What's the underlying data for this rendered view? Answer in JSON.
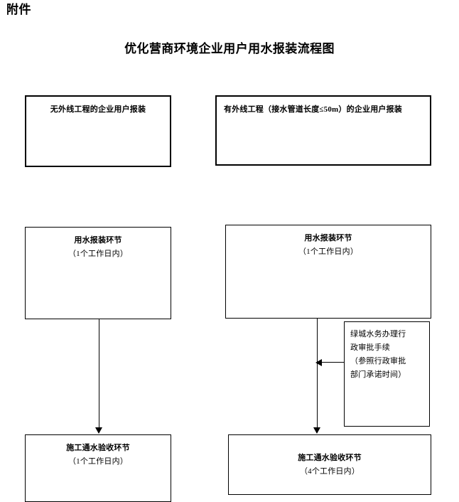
{
  "document": {
    "attachment_label": "附件",
    "title": "优化营商环境企业用户用水报装流程图"
  },
  "flow": {
    "left_column": {
      "start_box": {
        "text": "无外线工程的企业用户报装"
      },
      "step_box": {
        "title": "用水报装环节",
        "duration": "（1个工作日内）"
      },
      "end_box": {
        "title": "施工通水验收环节",
        "duration": "（1个工作日内）"
      }
    },
    "right_column": {
      "start_box": {
        "text": "有外线工程（接水管道长度≤50m）的企业用户报装"
      },
      "step_box": {
        "title": "用水报装环节",
        "duration": "（1个工作日内）"
      },
      "side_box": {
        "line1": "绿城水务办理行",
        "line2": "政审批手续",
        "line3": "（参照行政审批",
        "line4": "部门承诺时间）"
      },
      "end_box": {
        "title": "施工通水验收环节",
        "duration": "（4个工作日内）"
      }
    }
  },
  "connectors": {
    "left_arrow_label": "arrow-down",
    "right_arrow_label": "arrow-down",
    "side_arrow_label": "arrow-left"
  },
  "colors": {
    "ink": "#000000",
    "paper": "#ffffff"
  }
}
